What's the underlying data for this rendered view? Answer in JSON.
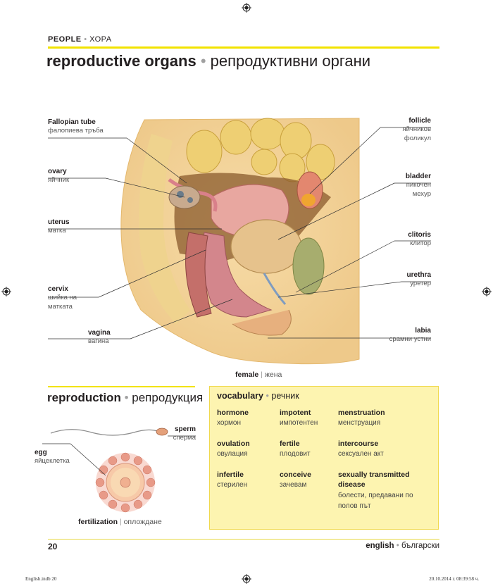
{
  "header": {
    "section_en": "PEOPLE",
    "section_bg": "ХОРА",
    "title_en": "reproductive organs",
    "title_bg": "репродуктивни органи"
  },
  "labels_left": [
    {
      "en": "Fallopian tube",
      "bg": "фалопиева тръба"
    },
    {
      "en": "ovary",
      "bg": "яйчник"
    },
    {
      "en": "uterus",
      "bg": "матка"
    },
    {
      "en": "cervix",
      "bg": "шийка на",
      "bg2": "матката"
    },
    {
      "en": "vagina",
      "bg": "вагина"
    }
  ],
  "labels_right": [
    {
      "en": "follicle",
      "bg": "яйчников",
      "bg2": "фоликул"
    },
    {
      "en": "bladder",
      "bg": "пикочен",
      "bg2": "мехур"
    },
    {
      "en": "clitoris",
      "bg": "клитор"
    },
    {
      "en": "urethra",
      "bg": "уретер"
    },
    {
      "en": "labia",
      "bg": "срамни устни"
    }
  ],
  "figure_caption": {
    "en": "female",
    "bg": "жена"
  },
  "reproduction": {
    "title_en": "reproduction",
    "title_bg": "репродукция",
    "sperm_en": "sperm",
    "sperm_bg": "сперма",
    "egg_en": "egg",
    "egg_bg": "яйцеклетка",
    "caption_en": "fertilization",
    "caption_bg": "оплождане"
  },
  "vocabulary": {
    "title_en": "vocabulary",
    "title_bg": "речник",
    "items": [
      {
        "en": "hormone",
        "bg": "хормон"
      },
      {
        "en": "impotent",
        "bg": "импотентен"
      },
      {
        "en": "menstruation",
        "bg": "менструация"
      },
      {
        "en": "ovulation",
        "bg": "овулация"
      },
      {
        "en": "fertile",
        "bg": "плодовит"
      },
      {
        "en": "intercourse",
        "bg": "сексуален акт"
      },
      {
        "en": "infertile",
        "bg": "стерилен"
      },
      {
        "en": "conceive",
        "bg": "зачевам"
      },
      {
        "en": "sexually transmitted",
        "en2": "disease",
        "bg": "болести, предавани по",
        "bg2": "полов път"
      }
    ]
  },
  "footer": {
    "page_number": "20",
    "lang_en": "english",
    "lang_bg": "български",
    "slug_left": "English.indb  20",
    "slug_right": "20.10.2014 г.   08:39:58 ч."
  },
  "colors": {
    "accent_yellow": "#f2e300",
    "vocab_bg": "#fdf4b0"
  }
}
